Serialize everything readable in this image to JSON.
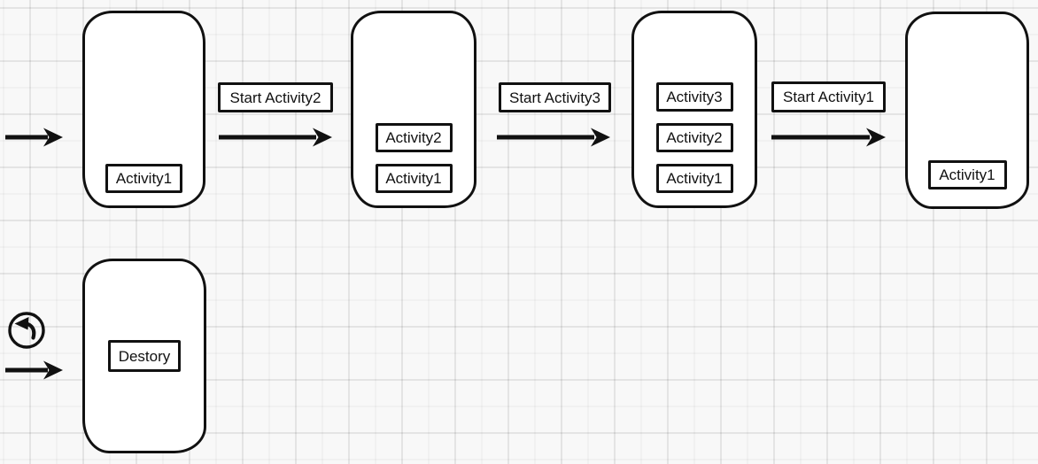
{
  "colors": {
    "background": "#f8f8f8",
    "grid_line": "#ececec",
    "stroke": "#111111",
    "shape_fill": "#ffffff"
  },
  "phones": [
    {
      "activities": [
        "Activity1"
      ]
    },
    {
      "activities": [
        "Activity2",
        "Activity1"
      ]
    },
    {
      "activities": [
        "Activity3",
        "Activity2",
        "Activity1"
      ]
    },
    {
      "activities": [
        "Activity1"
      ]
    },
    {
      "activities": [
        "Destory"
      ]
    }
  ],
  "transitions": [
    {
      "label": "Start Activity2"
    },
    {
      "label": "Start Activity3"
    },
    {
      "label": "Start Activity1"
    }
  ],
  "icons": [
    {
      "name": "back-arrow-icon"
    }
  ]
}
